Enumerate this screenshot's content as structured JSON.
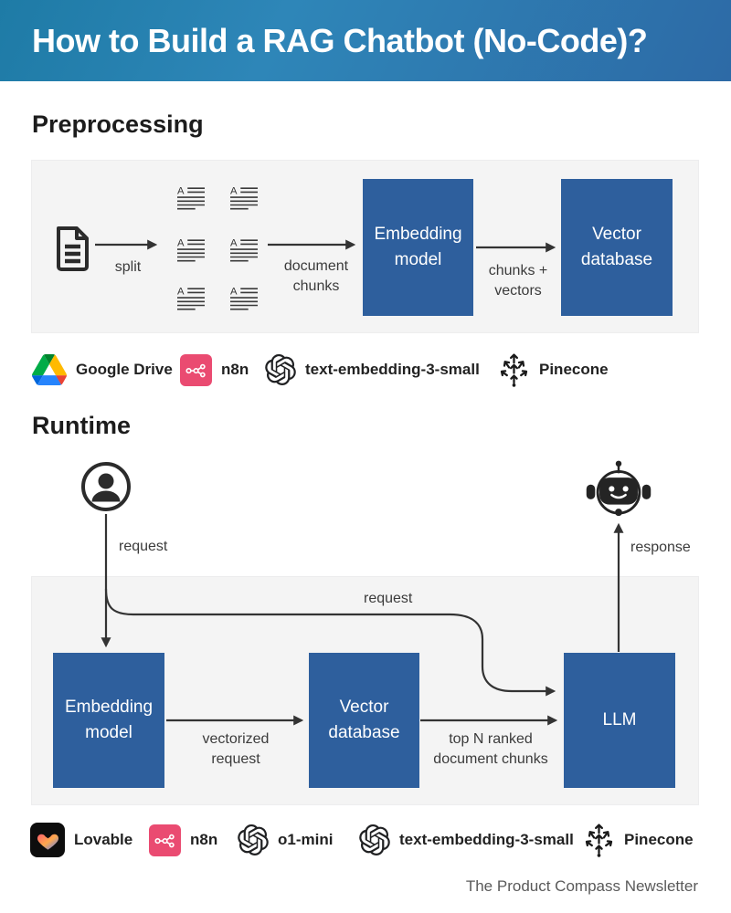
{
  "header": {
    "title": "How to Build a RAG Chatbot (No-Code)?"
  },
  "preprocessing": {
    "heading": "Preprocessing",
    "nodes": {
      "embedding": "Embedding model",
      "vector": "Vector database"
    },
    "edges": {
      "split": "split",
      "document_chunks": "document chunks",
      "chunks_vectors": "chunks + vectors"
    },
    "icons": [
      "document-icon",
      "document-chunk-icon"
    ]
  },
  "runtime": {
    "heading": "Runtime",
    "nodes": {
      "embedding": "Embedding model",
      "vector": "Vector database",
      "llm": "LLM"
    },
    "edges": {
      "request_user": "request",
      "request_llm": "request",
      "response": "response",
      "vectorized_request": "vectorized request",
      "top_n": "top N ranked document chunks"
    },
    "icons": [
      "user-icon",
      "chatbot-icon"
    ]
  },
  "tools_preprocessing": [
    {
      "icon": "google-drive-icon",
      "name": "Google Drive"
    },
    {
      "icon": "n8n-icon",
      "name": "n8n"
    },
    {
      "icon": "openai-icon",
      "name": "text-embedding-3-small"
    },
    {
      "icon": "pinecone-icon",
      "name": "Pinecone"
    }
  ],
  "tools_runtime": [
    {
      "icon": "lovable-icon",
      "name": "Lovable"
    },
    {
      "icon": "n8n-icon",
      "name": "n8n"
    },
    {
      "icon": "openai-icon",
      "name": "o1-mini"
    },
    {
      "icon": "openai-icon",
      "name": "text-embedding-3-small"
    },
    {
      "icon": "pinecone-icon",
      "name": "Pinecone"
    }
  ],
  "footer": {
    "text": "The Product Compass Newsletter"
  },
  "colors": {
    "header_from": "#1e7ba6",
    "header_to": "#2d6aa6",
    "node_blue": "#2e5f9d",
    "panel_gray": "#f4f4f4",
    "n8n_pink": "#ea4b71",
    "arrow": "#333333"
  }
}
